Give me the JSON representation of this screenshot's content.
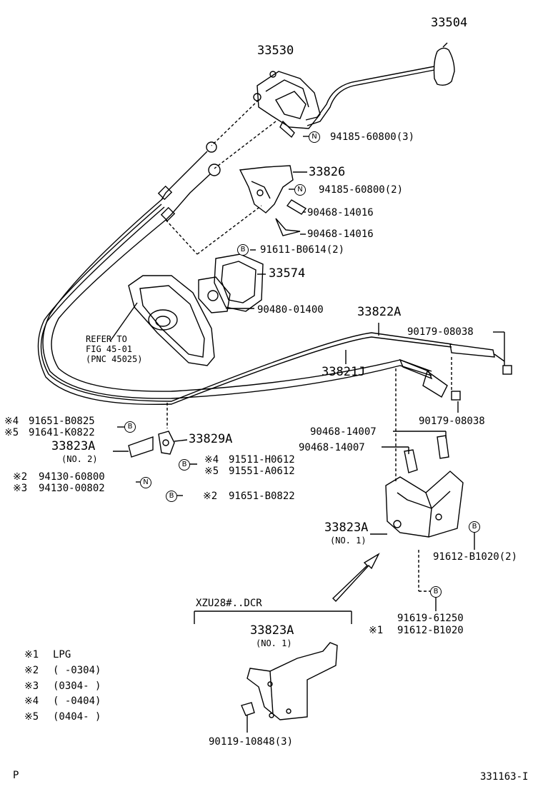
{
  "parts": {
    "p33504": "33504",
    "p33530": "33530",
    "p94185_1": "94185-60800(3)",
    "p33826": "33826",
    "p94185_2": "94185-60800(2)",
    "p90468_a": "90468-14016",
    "p90468_b": "90468-14016",
    "p91611": "91611-B0614(2)",
    "p33574": "33574",
    "p90480": "90480-01400",
    "p33822A": "33822A",
    "p90179_a": "90179-08038",
    "p33821J": "33821J",
    "p90179_b": "90179-08038",
    "p91651_b0825": "91651-B0825",
    "p91641": "91641-K0822",
    "p33829A": "33829A",
    "p33823A_2": "33823A",
    "p33823A_2_sub": "(NO. 2)",
    "p91511": "91511-H0612",
    "p91551": "91551-A0612",
    "p94130_60800": "94130-60800",
    "p94130_00802": "94130-00802",
    "p91651_b0822": "91651-B0822",
    "p90468_14007_a": "90468-14007",
    "p90468_14007_b": "90468-14007",
    "p33823A_1": "33823A",
    "p33823A_1_sub": "(NO. 1)",
    "p91612_2": "91612-B1020(2)",
    "p91619": "91619-61250",
    "p91612_1": "91612-B1020",
    "p33823A_box": "33823A",
    "p33823A_box_sub": "(NO. 1)",
    "p90119": "90119-10848(3)"
  },
  "refer": {
    "line1": "REFER TO",
    "line2": "FIG 45-01",
    "line3": "(PNC 45025)"
  },
  "marks": {
    "m4a": "※4",
    "m5a": "※5",
    "m4b": "※4",
    "m5b": "※5",
    "m2a": "※2",
    "m3a": "※3",
    "m2b": "※2",
    "m1": "※1"
  },
  "circles": {
    "N": "N",
    "B": "B"
  },
  "box_label": "XZU28#..DCR",
  "legend": [
    {
      "mark": "※1",
      "text": "LPG"
    },
    {
      "mark": "※2",
      "text": "(      -0304)"
    },
    {
      "mark": "※3",
      "text": "(0304-      )"
    },
    {
      "mark": "※4",
      "text": "(      -0404)"
    },
    {
      "mark": "※5",
      "text": "(0404-      )"
    }
  ],
  "footer": {
    "left": "P",
    "right": "331163-I"
  }
}
